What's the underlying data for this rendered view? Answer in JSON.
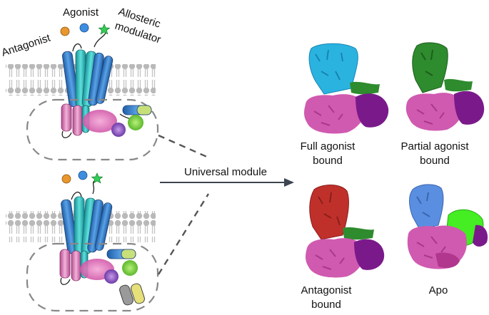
{
  "ligands": {
    "antagonist": "Antagonist",
    "agonist": "Agonist",
    "allosteric_line1": "Allosteric",
    "allosteric_line2": "modulator"
  },
  "arrow_label": "Universal module",
  "maps": [
    {
      "line1": "Full agonist",
      "line2": "bound"
    },
    {
      "line1": "Partial agonist",
      "line2": "bound"
    },
    {
      "line1": "Antagonist",
      "line2": "bound"
    },
    {
      "line1": "Apo",
      "line2": ""
    }
  ],
  "colors": {
    "antagonist_ball": "#e8962e",
    "agonist_ball": "#3d8de0",
    "allosteric_star": "#33cc55",
    "membrane": "#b9b9b9",
    "receptor_blue": "#3a7fc8",
    "receptor_teal": "#2fb8b8",
    "receptor_pink": "#e07ab8",
    "cryo_cyan": "#2bb3e0",
    "cryo_green": "#2e8b2e",
    "cryo_red": "#c0302a",
    "cryo_blue": "#5a8ee0",
    "cryo_bright_green": "#44ee22",
    "cryo_pink": "#d05ab0",
    "cryo_purple": "#7a1a8a"
  }
}
